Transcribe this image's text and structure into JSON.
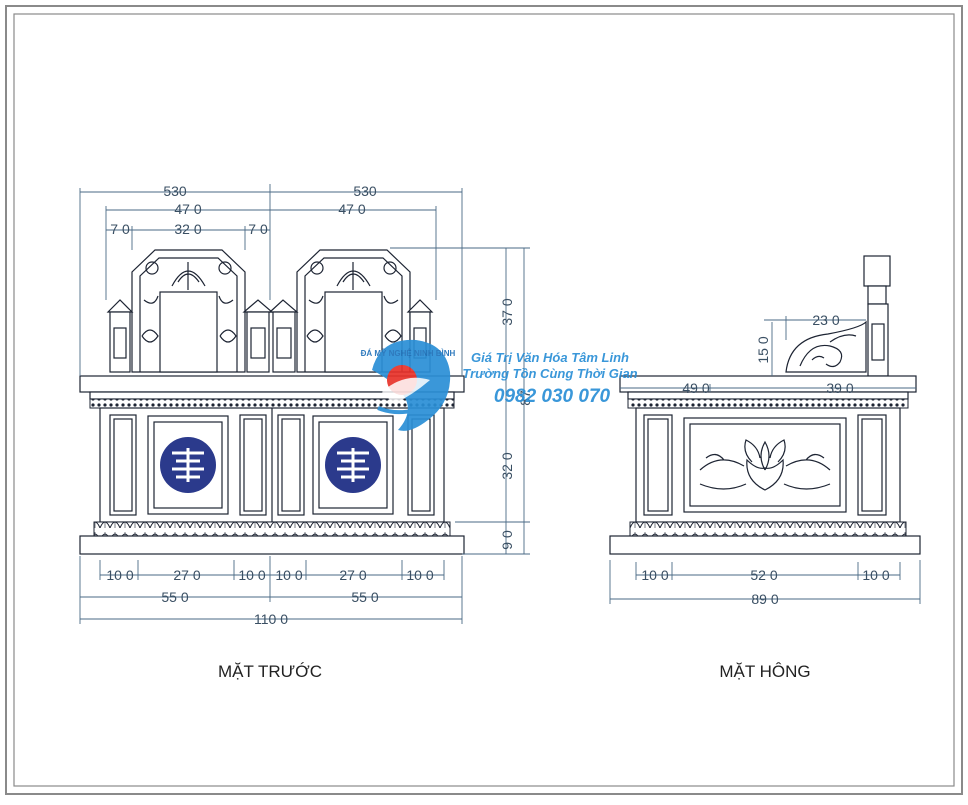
{
  "front": {
    "caption": "MẶT TRƯỚC",
    "dims_top": {
      "d530a": "530",
      "d530b": "530",
      "d470a": "47 0",
      "d470b": "47 0",
      "d70a": "7 0",
      "d320": "32 0",
      "d70b": "7 0"
    },
    "dims_right": {
      "d370": "37 0",
      "d87": "87",
      "d320": "32 0",
      "d90": "9 0"
    },
    "dims_bottom": {
      "b100a": "10 0",
      "b270a": "27 0",
      "b100b": "10 0",
      "b100c": "10 0",
      "b270b": "27 0",
      "b100d": "10 0",
      "b550a": "55 0",
      "b550b": "55 0",
      "b1100": "110 0"
    }
  },
  "side": {
    "caption": "MẶT HÔNG",
    "dims": {
      "d230": "23 0",
      "d150": "15 0",
      "d490": "49 0",
      "d390": "39 0"
    },
    "dims_bottom": {
      "b100a": "10 0",
      "b520": "52 0",
      "b100b": "10 0",
      "b890": "89 0"
    }
  },
  "watermark": {
    "logo_text": "ĐÁ MỸ NGHỆ NINH BÌNH",
    "line1": "Giá Trị Văn Hóa Tâm Linh",
    "line2": "Trường Tồn Cùng Thời Gian",
    "phone": "0982 030 070",
    "color": "#2a8fd6",
    "accent": "#e8322a"
  }
}
